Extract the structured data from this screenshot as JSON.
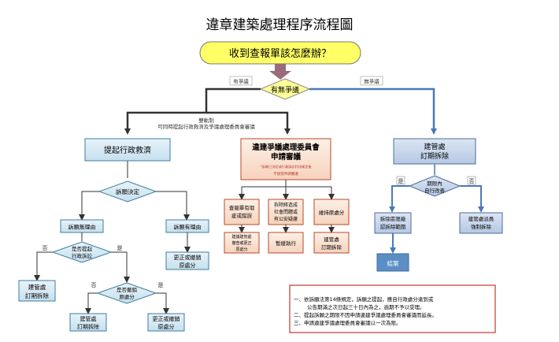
{
  "title": "違章建築處理程序流程圖",
  "question": "收到查報單該怎麼辦？",
  "decisions": {
    "dispute": "有無爭議",
    "appeal_decision": "訴願決定",
    "file_lawsuit": [
      "是否提起",
      "行政訴訟"
    ],
    "revoke_original": [
      "是否撤銷",
      "原處分"
    ],
    "self_improve": [
      "期限內",
      "自行改善"
    ]
  },
  "branch_labels": {
    "has_dispute": "有爭議",
    "no_dispute": "無爭議",
    "dual_track": [
      "雙軌制",
      "可同時提起行政救濟及爭議處理委員會審議"
    ],
    "no": "否",
    "yes": "是"
  },
  "boxes": {
    "admin_remedy": "提起行政救濟",
    "committee": [
      "違建爭議處理委員會",
      "申請審議"
    ],
    "committee_note_1": "*訴願已決定或行政訴訟判決確定後",
    "committee_note_2": "不接受申請審議",
    "office_demolish": [
      "建管處",
      "訂期拆除"
    ],
    "appeal_rejected": "訴願無理由",
    "appeal_granted": "訴願有理由",
    "revise_original": [
      "更正或撤銷",
      "原處分"
    ],
    "office_demolish_b": [
      "建管處",
      "訂期拆除"
    ],
    "office_demolish_c": [
      "建管處",
      "訂期拆除"
    ],
    "revise_original_b": [
      "更正或撤銷",
      "原處分"
    ],
    "report_error": [
      "查報單有瑕",
      "疵或錯誤"
    ],
    "demolish_safety": [
      "拆除將造成",
      "社會問題或",
      "有公安疑慮"
    ],
    "maintain_original": "維持原處分",
    "office_review": [
      "建議建管處",
      "撤查或更正",
      "原處分"
    ],
    "suspend": "暫緩執行",
    "office_demolish_d": [
      "建管處",
      "訂期拆除"
    ],
    "confirm_range": [
      "拆除區限廠",
      "認拆除範圍"
    ],
    "forced_demolish": [
      "建管處派員",
      "強制拆除"
    ],
    "end": "結案"
  },
  "notes": [
    "一、依訴願法第14條規定，訴願之提起，應自行政處分達到或",
    "公告期滿之次日起三十日內為之，逾期不予以受理。",
    "二、提起訴願之期限不因申請違建爭議處理委員會審議而延長。",
    "三、申請違建爭議處理委員會審議以一次為限。"
  ],
  "colors": {
    "question_fill": "#ffff66",
    "diamond_fill": "#ffff99",
    "left_box": "#d6e9f3",
    "left_border": "#3c7e9e",
    "middle_box": "#fbe2d2",
    "middle_border": "#b84a2a",
    "right_box": "#c5d5ea",
    "right_border": "#4f6d96",
    "dark_arrow": "#333333",
    "right_arrow": "#4a7ab5",
    "red_arrow": "#b03a1f",
    "arrow_mauve": "#9a6b7b",
    "note_border": "#c0392b",
    "end_fill": "#5b8ec5"
  }
}
